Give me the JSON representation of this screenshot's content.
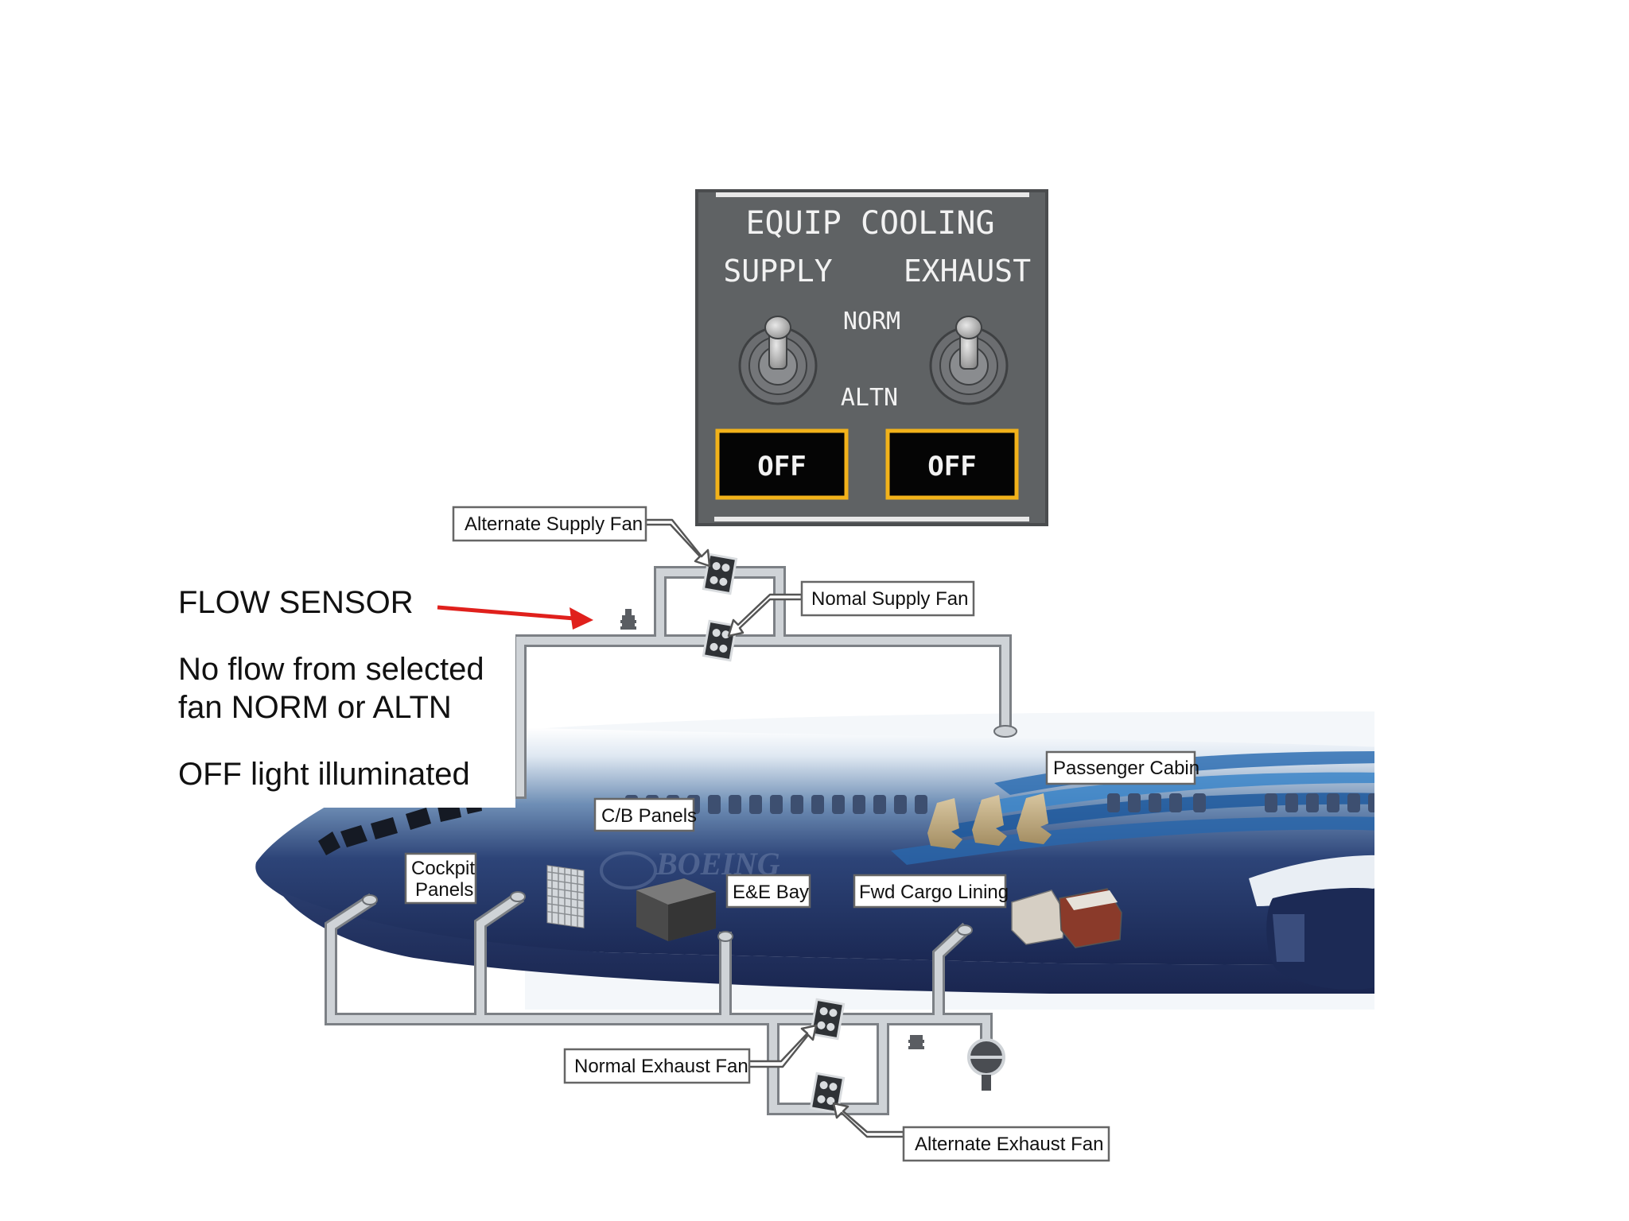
{
  "panel": {
    "title": "EQUIP COOLING",
    "supply_label": "SUPPLY",
    "exhaust_label": "EXHAUST",
    "norm_label": "NORM",
    "altn_label": "ALTN",
    "supply_light": "OFF",
    "exhaust_light": "OFF",
    "light_color": "#f2b21a"
  },
  "annotation": {
    "sensor_label": "FLOW SENSOR",
    "line1": "No flow from selected",
    "line2": "fan NORM or ALTN",
    "line3": "OFF light illuminated",
    "arrow_color": "#e0201c"
  },
  "callouts": {
    "alternate_supply_fan": "Alternate Supply Fan",
    "normal_supply_fan": "Nomal Supply Fan",
    "passenger_cabin": "Passenger Cabin",
    "cb_panels": "C/B Panels",
    "cockpit_line1": "Cockpit",
    "cockpit_line2": "Panels",
    "ee_bay": "E&E Bay",
    "fwd_cargo_lining": "Fwd Cargo Lining",
    "normal_exhaust_fan": "Normal Exhaust Fan",
    "alternate_exhaust_fan": "Alternate Exhaust Fan"
  },
  "aircraft": {
    "livery_text": "BOEING",
    "fuselage_color": "#1e2f5e",
    "duct_color": "#c8ccd0"
  }
}
